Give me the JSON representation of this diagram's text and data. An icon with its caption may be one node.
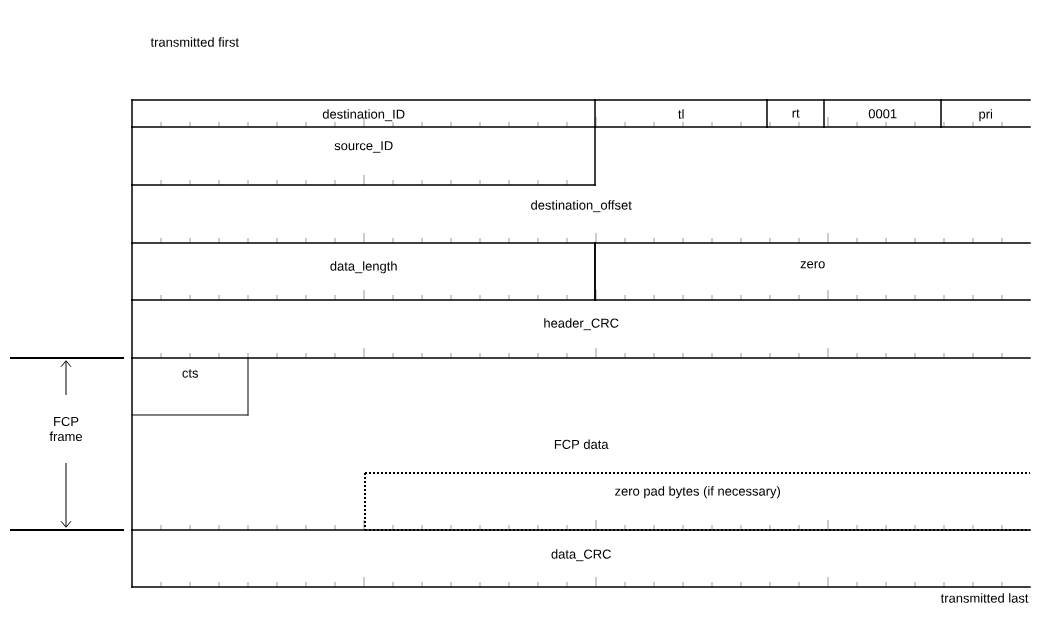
{
  "diagram": {
    "nodes": [
      {
        "text": [
          "destination_ID"
        ]
      },
      {
        "text": [
          "tl"
        ]
      },
      {
        "text": [
          "rt"
        ]
      },
      {
        "text": [
          "0001"
        ]
      },
      {
        "text": [
          "pri"
        ]
      },
      {
        "text": [
          "source_ID"
        ]
      },
      {
        "text": [
          "destination_offset"
        ]
      },
      {
        "text": [
          "data_length"
        ]
      },
      {
        "text": [
          "zero"
        ]
      },
      {
        "text": [
          "header_CRC"
        ]
      },
      {
        "text": [
          "FCP data"
        ]
      },
      {
        "text": [
          "cts"
        ],
        "in": 10
      },
      {
        "text": [
          "zero pad bytes (if necessary)"
        ],
        "in": 10
      },
      {
        "text": [
          "data_CRC"
        ]
      }
    ],
    "labels": [
      "transmitted first",
      "FCP frame",
      "transmitted last"
    ]
  }
}
